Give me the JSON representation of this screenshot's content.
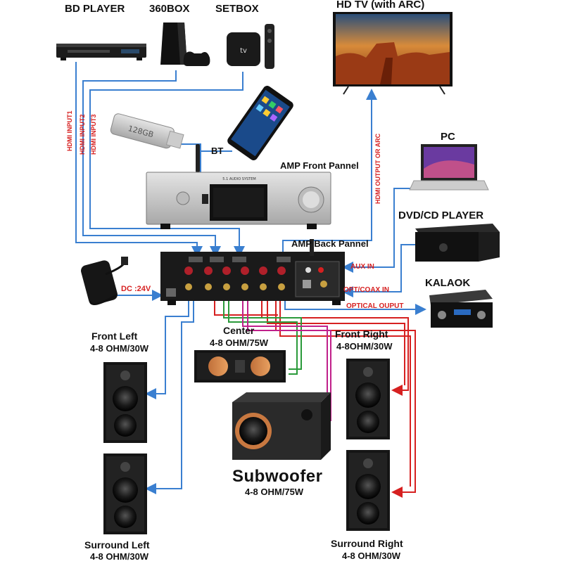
{
  "devices": {
    "bd_player": "BD PLAYER",
    "box360": "360BOX",
    "setbox": "SETBOX",
    "hdtv": "HD TV (with ARC)",
    "pc": "PC",
    "dvd": "DVD/CD PLAYER",
    "kalaok": "KALAOK",
    "amp_front": "AMP Front Pannel",
    "amp_back": "AMP Back Pannel",
    "bt": "BT",
    "usb_text": "128GB",
    "front_screen_title": "5.1 AUDIO SYSTEM"
  },
  "connections": {
    "hdmi1": "HDMI INPUT1",
    "hdmi2": "HDMI INPUT2",
    "hdmi3": "HDMI INPUT3",
    "hdmi_out": "HDMI OUTPUT OR ARC",
    "aux_in": "AUX IN",
    "opt_coax_in": "OPT/COAX IN",
    "optical_out": "OPTICAL OUPUT",
    "dc": "DC :24V"
  },
  "speakers": {
    "front_left": {
      "name": "Front Left",
      "spec": "4-8 OHM/30W"
    },
    "center": {
      "name": "Center",
      "spec": "4-8 OHM/75W"
    },
    "front_right": {
      "name": "Front Right",
      "spec": "4-8OHM/30W"
    },
    "subwoofer": {
      "name": "Subwoofer",
      "spec": "4-8 OHM/75W"
    },
    "surround_left": {
      "name": "Surround Left",
      "spec": "4-8 OHM/30W"
    },
    "surround_right": {
      "name": "Surround Right",
      "spec": "4-8 OHM/30W"
    }
  },
  "colors": {
    "hdmi_wire": "#3a7fd0",
    "red_wire": "#d62020",
    "green_wire": "#2a9a3a",
    "magenta_wire": "#c0208a",
    "label_red": "#d62020"
  }
}
